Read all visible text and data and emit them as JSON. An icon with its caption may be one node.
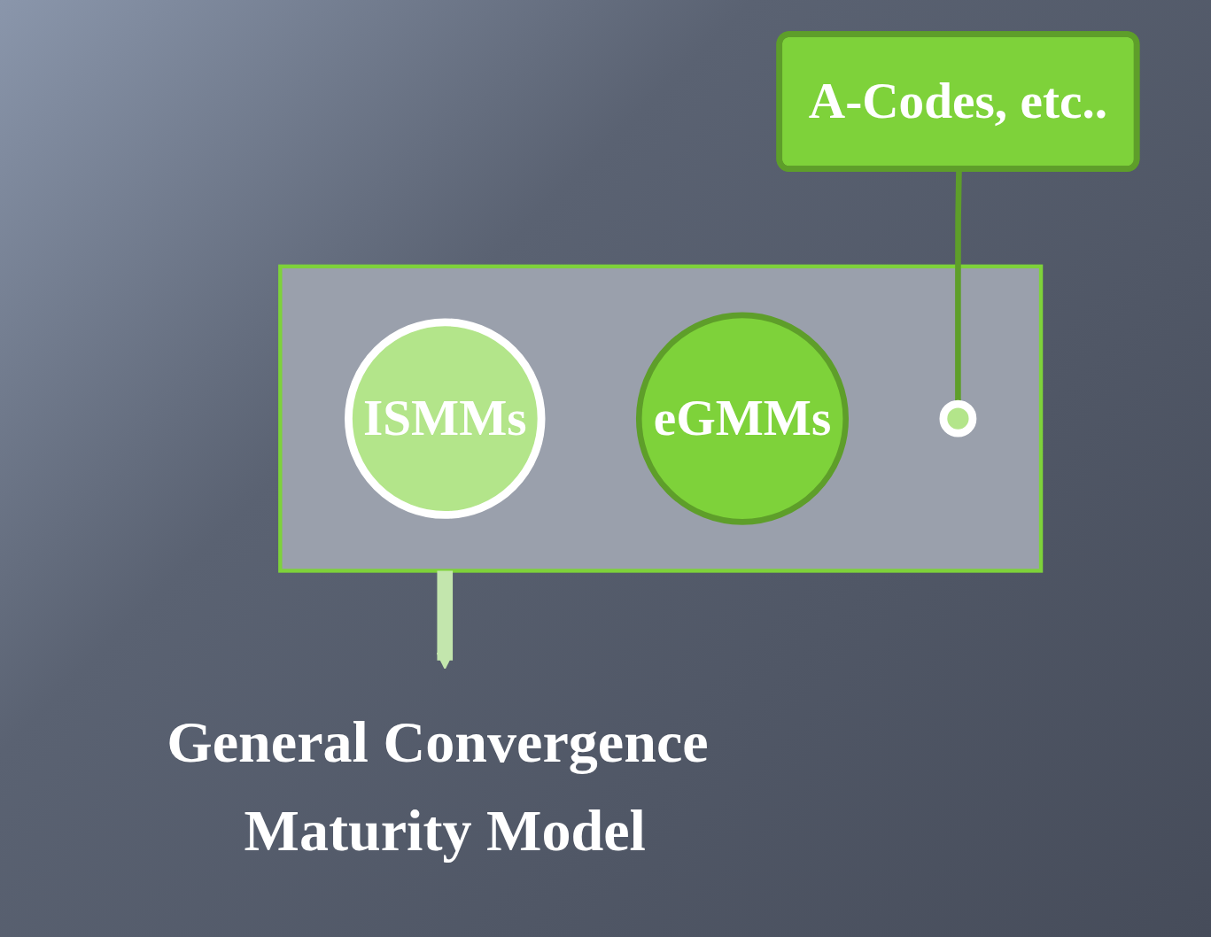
{
  "diagram": {
    "nodes": [
      {
        "text": [],
        "shape": "funnel"
      },
      {
        "text": [
          "ISMMs"
        ],
        "in": 0
      },
      {
        "text": [
          "eGMMs"
        ],
        "in": 0
      },
      {
        "text": [],
        "shape": "circle",
        "in": 0
      },
      {
        "text": [
          "A-Codes, etc.."
        ]
      },
      {
        "text": [
          "General Convergence Maturity Model"
        ]
      }
    ],
    "edges": [
      {
        "from": 4,
        "to": 3,
        "arrow": "none"
      },
      {
        "from": 0,
        "to": 5,
        "arrow": "to",
        "style": "thick",
        "color": "#c3e6ad"
      }
    ]
  }
}
